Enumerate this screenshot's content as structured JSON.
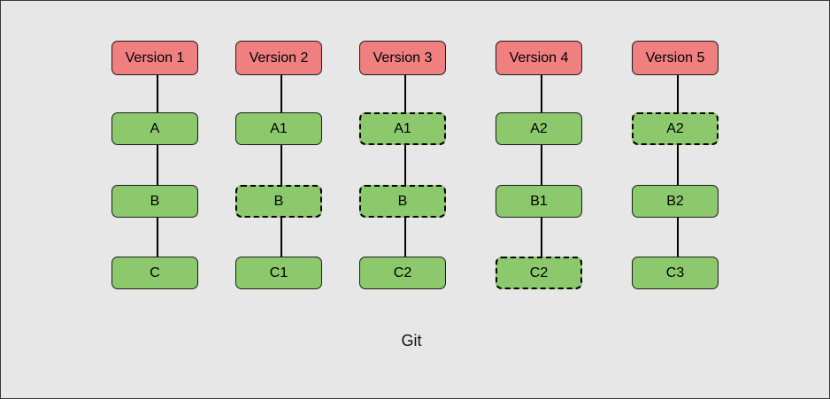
{
  "caption": "Git",
  "colors": {
    "background": "#e7e7e7",
    "version": "#f08080",
    "file": "#8cc86c",
    "line": "#000000"
  },
  "versions": [
    {
      "label": "Version 1",
      "files": [
        {
          "label": "A",
          "changed": false
        },
        {
          "label": "B",
          "changed": false
        },
        {
          "label": "C",
          "changed": false
        }
      ]
    },
    {
      "label": "Version 2",
      "files": [
        {
          "label": "A1",
          "changed": false
        },
        {
          "label": "B",
          "changed": true
        },
        {
          "label": "C1",
          "changed": false
        }
      ]
    },
    {
      "label": "Version 3",
      "files": [
        {
          "label": "A1",
          "changed": true
        },
        {
          "label": "B",
          "changed": true
        },
        {
          "label": "C2",
          "changed": false
        }
      ]
    },
    {
      "label": "Version 4",
      "files": [
        {
          "label": "A2",
          "changed": false
        },
        {
          "label": "B1",
          "changed": false
        },
        {
          "label": "C2",
          "changed": true
        }
      ]
    },
    {
      "label": "Version 5",
      "files": [
        {
          "label": "A2",
          "changed": true
        },
        {
          "label": "B2",
          "changed": false
        },
        {
          "label": "C3",
          "changed": false
        }
      ]
    }
  ]
}
